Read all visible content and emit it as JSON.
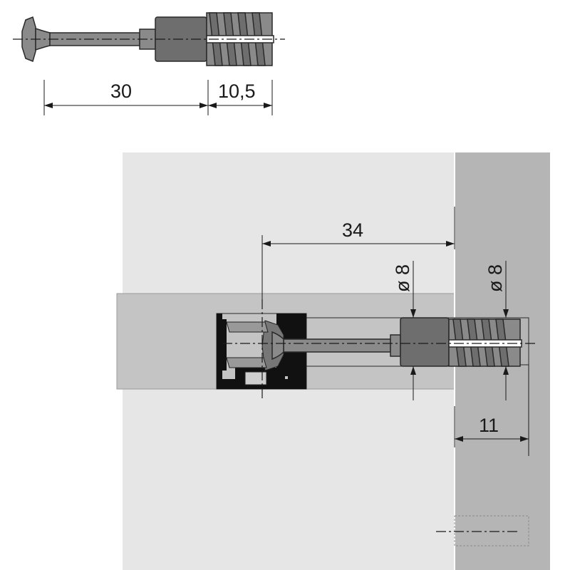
{
  "dimensions": {
    "bolt_length": "30",
    "dowel_length": "10,5",
    "cam_distance": "34",
    "bolt_diameter": "ø 8",
    "dowel_diameter": "ø 8",
    "dowel_depth": "11"
  },
  "colors": {
    "panel_light": "#e6e6e6",
    "panel_mid": "#c4c4c4",
    "panel_side": "#b5b5b5",
    "metal": "#8a8a8a",
    "ink": "#1a1a1a"
  }
}
